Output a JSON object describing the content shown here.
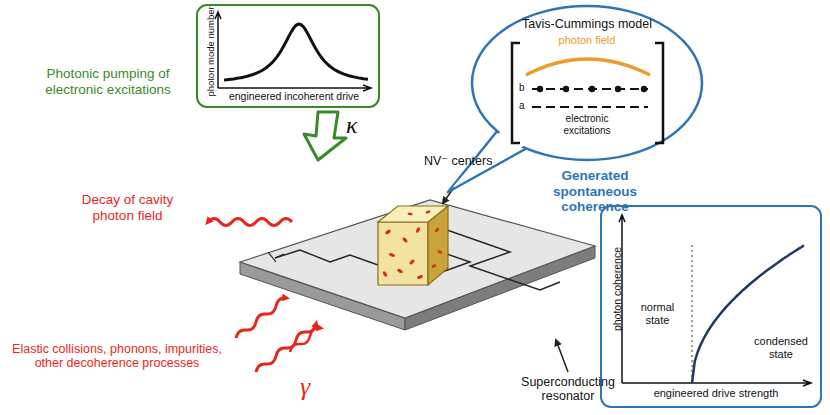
{
  "diagram": {
    "nodes": [
      {
        "text": [
          "photon mode number",
          "engineered incoherent drive"
        ]
      },
      {
        "text": [
          "Tavis-Cummings model",
          "photon field",
          "b",
          "a",
          "electronic excitations"
        ]
      },
      {
        "text": [
          "photon coherence",
          "normal state",
          "condensed state",
          "engineered drive strength"
        ]
      }
    ],
    "labels": [
      "Photonic pumping of electronic excitations",
      "κ",
      "Decay of cavity photon field",
      "NV⁻ centers",
      "Generated spontaneous coherence",
      "Elastic collisions, phonons, impurities, other decoherence processes",
      "γ",
      "Superconducting resonator"
    ]
  }
}
